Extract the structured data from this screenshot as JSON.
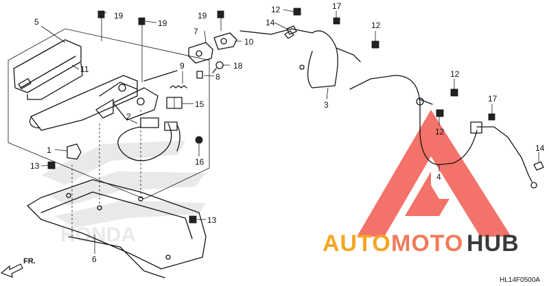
{
  "diagram": {
    "callouts": [
      {
        "id": "c1",
        "label": "1"
      },
      {
        "id": "c2",
        "label": "2"
      },
      {
        "id": "c3",
        "label": "3"
      },
      {
        "id": "c4",
        "label": "4"
      },
      {
        "id": "c5",
        "label": "5"
      },
      {
        "id": "c6",
        "label": "6"
      },
      {
        "id": "c7",
        "label": "7"
      },
      {
        "id": "c8",
        "label": "8"
      },
      {
        "id": "c9",
        "label": "9"
      },
      {
        "id": "c10",
        "label": "10"
      },
      {
        "id": "c11",
        "label": "11"
      },
      {
        "id": "c12a",
        "label": "12"
      },
      {
        "id": "c12b",
        "label": "12"
      },
      {
        "id": "c12c",
        "label": "12"
      },
      {
        "id": "c12d",
        "label": "12"
      },
      {
        "id": "c13a",
        "label": "13"
      },
      {
        "id": "c13b",
        "label": "13"
      },
      {
        "id": "c14a",
        "label": "14"
      },
      {
        "id": "c14b",
        "label": "14"
      },
      {
        "id": "c15",
        "label": "15"
      },
      {
        "id": "c16",
        "label": "16"
      },
      {
        "id": "c17a",
        "label": "17"
      },
      {
        "id": "c17b",
        "label": "17"
      },
      {
        "id": "c18",
        "label": "18"
      },
      {
        "id": "c19a",
        "label": "19"
      },
      {
        "id": "c19b",
        "label": "19"
      },
      {
        "id": "c19c",
        "label": "19"
      }
    ],
    "front_arrow_label": "FR.",
    "diagram_code": "HL14F0500A"
  },
  "watermark": {
    "text_part1": "AUTO",
    "text_part2": "MOTO",
    "text_part3": "HUB",
    "color_part1": "#f5a623",
    "color_part2": "#f07b5a",
    "color_part3": "#3a3a3a",
    "triangle_color": "#f15a50",
    "background_logo": "HONDA",
    "background_logo_color": "#d8d8d8"
  }
}
